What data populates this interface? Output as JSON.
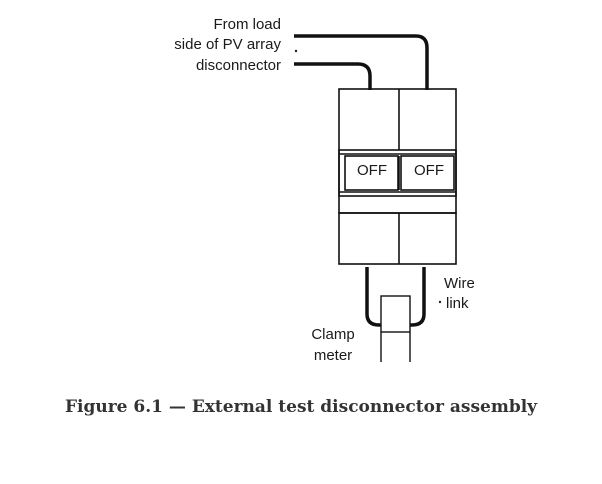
{
  "diagram": {
    "source_label": [
      "From load",
      "side of PV array",
      "disconnector"
    ],
    "switch_labels": [
      "OFF",
      "OFF"
    ],
    "wire_link_label": [
      "Wire",
      "link"
    ],
    "clamp_meter_label": [
      "Clamp",
      "meter"
    ]
  },
  "caption": "Figure 6.1 — External test disconnector assembly"
}
